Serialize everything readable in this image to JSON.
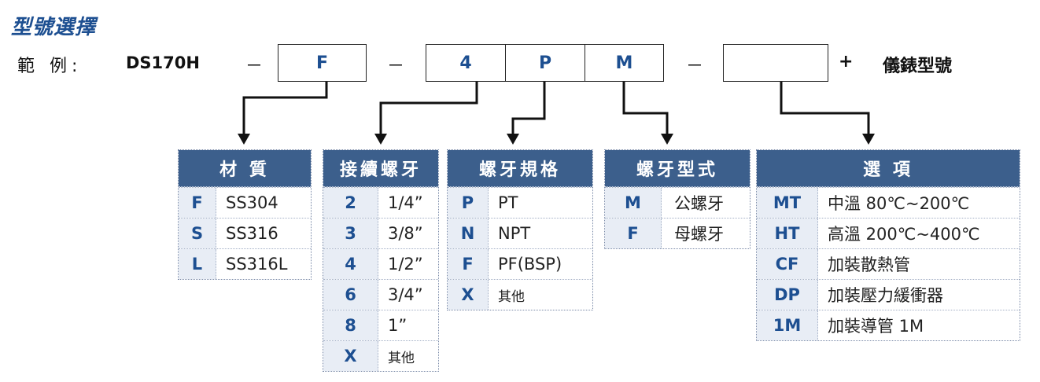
{
  "title": "型號選擇",
  "example_label": "範 例:",
  "model": "DS170H",
  "dash": "－",
  "plus": "+",
  "suffix": "儀錶型號",
  "boxes": [
    "F",
    "4",
    "P",
    "M",
    ""
  ],
  "tables": [
    {
      "header": "材 質",
      "rows": [
        {
          "code": "F",
          "desc": "SS304"
        },
        {
          "code": "S",
          "desc": "SS316"
        },
        {
          "code": "L",
          "desc": "SS316L"
        }
      ]
    },
    {
      "header": "接續螺牙",
      "rows": [
        {
          "code": "2",
          "desc": "1/4”"
        },
        {
          "code": "3",
          "desc": "3/8”"
        },
        {
          "code": "4",
          "desc": "1/2”"
        },
        {
          "code": "6",
          "desc": "3/4”"
        },
        {
          "code": "8",
          "desc": "1”"
        },
        {
          "code": "X",
          "desc": "其他"
        }
      ]
    },
    {
      "header": "螺牙規格",
      "rows": [
        {
          "code": "P",
          "desc": "PT"
        },
        {
          "code": "N",
          "desc": "NPT"
        },
        {
          "code": "F",
          "desc": "PF(BSP)"
        },
        {
          "code": "X",
          "desc": "其他"
        }
      ]
    },
    {
      "header": "螺牙型式",
      "rows": [
        {
          "code": "M",
          "desc": "公螺牙"
        },
        {
          "code": "F",
          "desc": "母螺牙"
        }
      ]
    },
    {
      "header": "選 項",
      "rows": [
        {
          "code": "MT",
          "desc": "中溫 80℃~200℃"
        },
        {
          "code": "HT",
          "desc": "高溫 200℃~400℃"
        },
        {
          "code": "CF",
          "desc": "加裝散熱管"
        },
        {
          "code": "DP",
          "desc": "加裝壓力緩衝器"
        },
        {
          "code": "1M",
          "desc": "加裝導管 1M"
        }
      ]
    }
  ]
}
